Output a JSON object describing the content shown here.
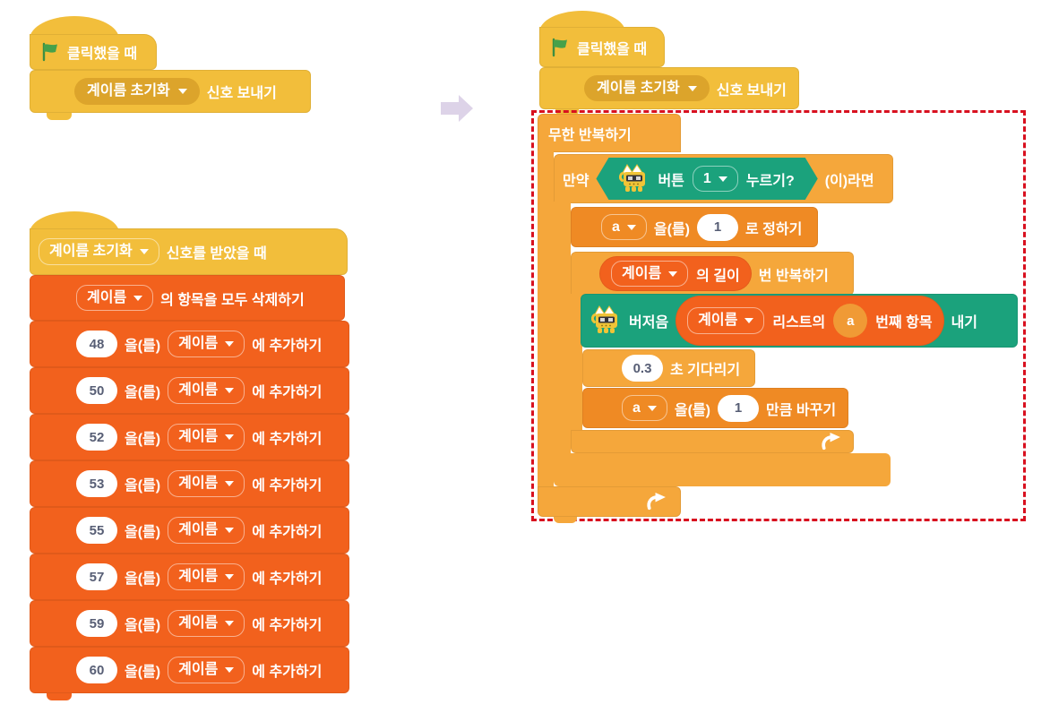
{
  "colors": {
    "events_yellow": "#F2BE3B",
    "events_field": "#DCA42B",
    "control_orange": "#F5A73B",
    "variables_orange": "#EF8A24",
    "list_red_orange": "#F2611D",
    "extension_teal": "#1BA27C",
    "white_oval_text": "#575E75",
    "dashed_border_red": "#D8101F",
    "transform_arrow_gray": "#DDD3E8",
    "flag_green": "#46A14A",
    "cat_yellow": "#F0C437"
  },
  "icons": {
    "green_flag": "green-flag-icon",
    "dropdown_arrow": "dropdown-arrow-icon",
    "loop_arrow": "loop-arrow-icon",
    "cat_robot": "cat-robot-icon",
    "transform_arrow": "right-arrow-icon"
  },
  "scripts": {
    "left_top": {
      "when_clicked_label": "클릭했을 때",
      "broadcast_message": "계이름 초기화",
      "broadcast_label": "신호 보내기"
    },
    "left_bottom": {
      "receive_message": "계이름 초기화",
      "receive_label": "신호를 받았을 때",
      "delete_list": "계이름",
      "delete_label": "의 항목을 모두 삭제하기",
      "add_particle": "을(를)",
      "add_list": "계이름",
      "add_label": "에 추가하기",
      "add_values": [
        "48",
        "50",
        "52",
        "53",
        "55",
        "57",
        "59",
        "60"
      ]
    },
    "right": {
      "when_clicked_label": "클릭했을 때",
      "broadcast_message": "계이름 초기화",
      "broadcast_label": "신호 보내기",
      "forever_label": "무한 반복하기",
      "if_prefix": "만약",
      "if_suffix": "(이)라면",
      "condition": {
        "button_label": "버튼",
        "button_value": "1",
        "press_label": "누르기?"
      },
      "set_var": {
        "var": "a",
        "particle": "을(를)",
        "value": "1",
        "label": "로 정하기"
      },
      "repeat": {
        "list": "계이름",
        "length_label": "의 길이",
        "label": "번 반복하기"
      },
      "buzzer": {
        "prefix": "버저음",
        "list": "계이름",
        "of_label": "리스트의",
        "index_var": "a",
        "item_label": "번째 항목",
        "suffix": "내기"
      },
      "wait": {
        "value": "0.3",
        "label": "초 기다리기"
      },
      "change_var": {
        "var": "a",
        "particle": "을(를)",
        "value": "1",
        "label": "만큼 바꾸기"
      }
    }
  }
}
